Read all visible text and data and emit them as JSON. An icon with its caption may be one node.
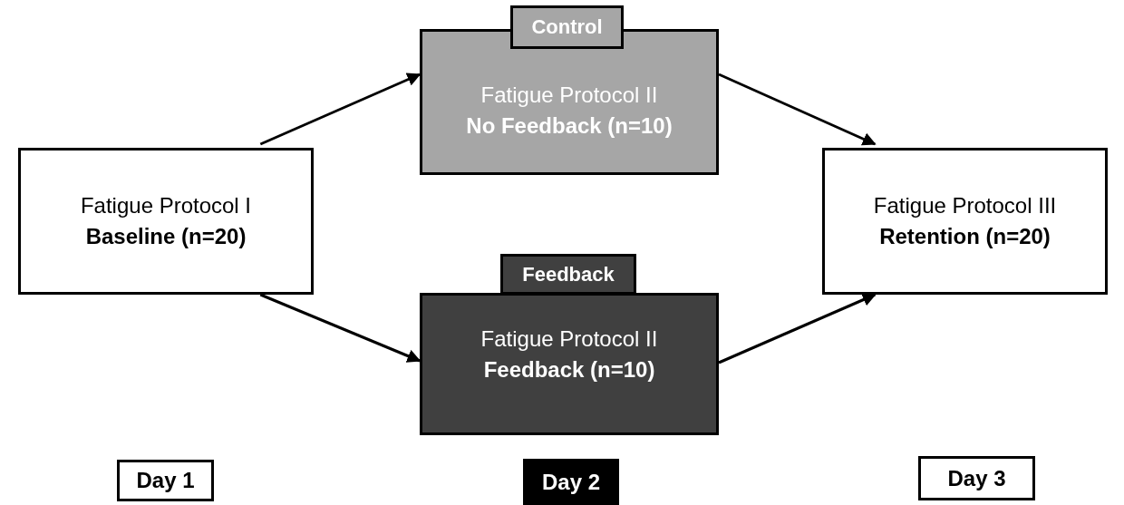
{
  "diagram": {
    "nodes": [
      {
        "text": [
          "Fatigue Protocol I",
          "Baseline (n=20)"
        ]
      },
      {
        "text": [
          "Control",
          "Fatigue Protocol II",
          "No Feedback (n=10)"
        ]
      },
      {
        "text": [
          "Feedback",
          "Fatigue Protocol II",
          "Feedback (n=10)"
        ]
      },
      {
        "text": [
          "Fatigue Protocol III",
          "Retention (n=20)"
        ]
      },
      {
        "text": [
          "Day 1"
        ]
      },
      {
        "text": [
          "Day 2"
        ]
      },
      {
        "text": [
          "Day 3"
        ]
      }
    ],
    "edges": [
      {
        "from": 0,
        "to": 1,
        "arrow": "to"
      },
      {
        "from": 0,
        "to": 2,
        "arrow": "to"
      },
      {
        "from": 1,
        "to": 3,
        "arrow": "to"
      },
      {
        "from": 2,
        "to": 3,
        "arrow": "to"
      }
    ]
  }
}
